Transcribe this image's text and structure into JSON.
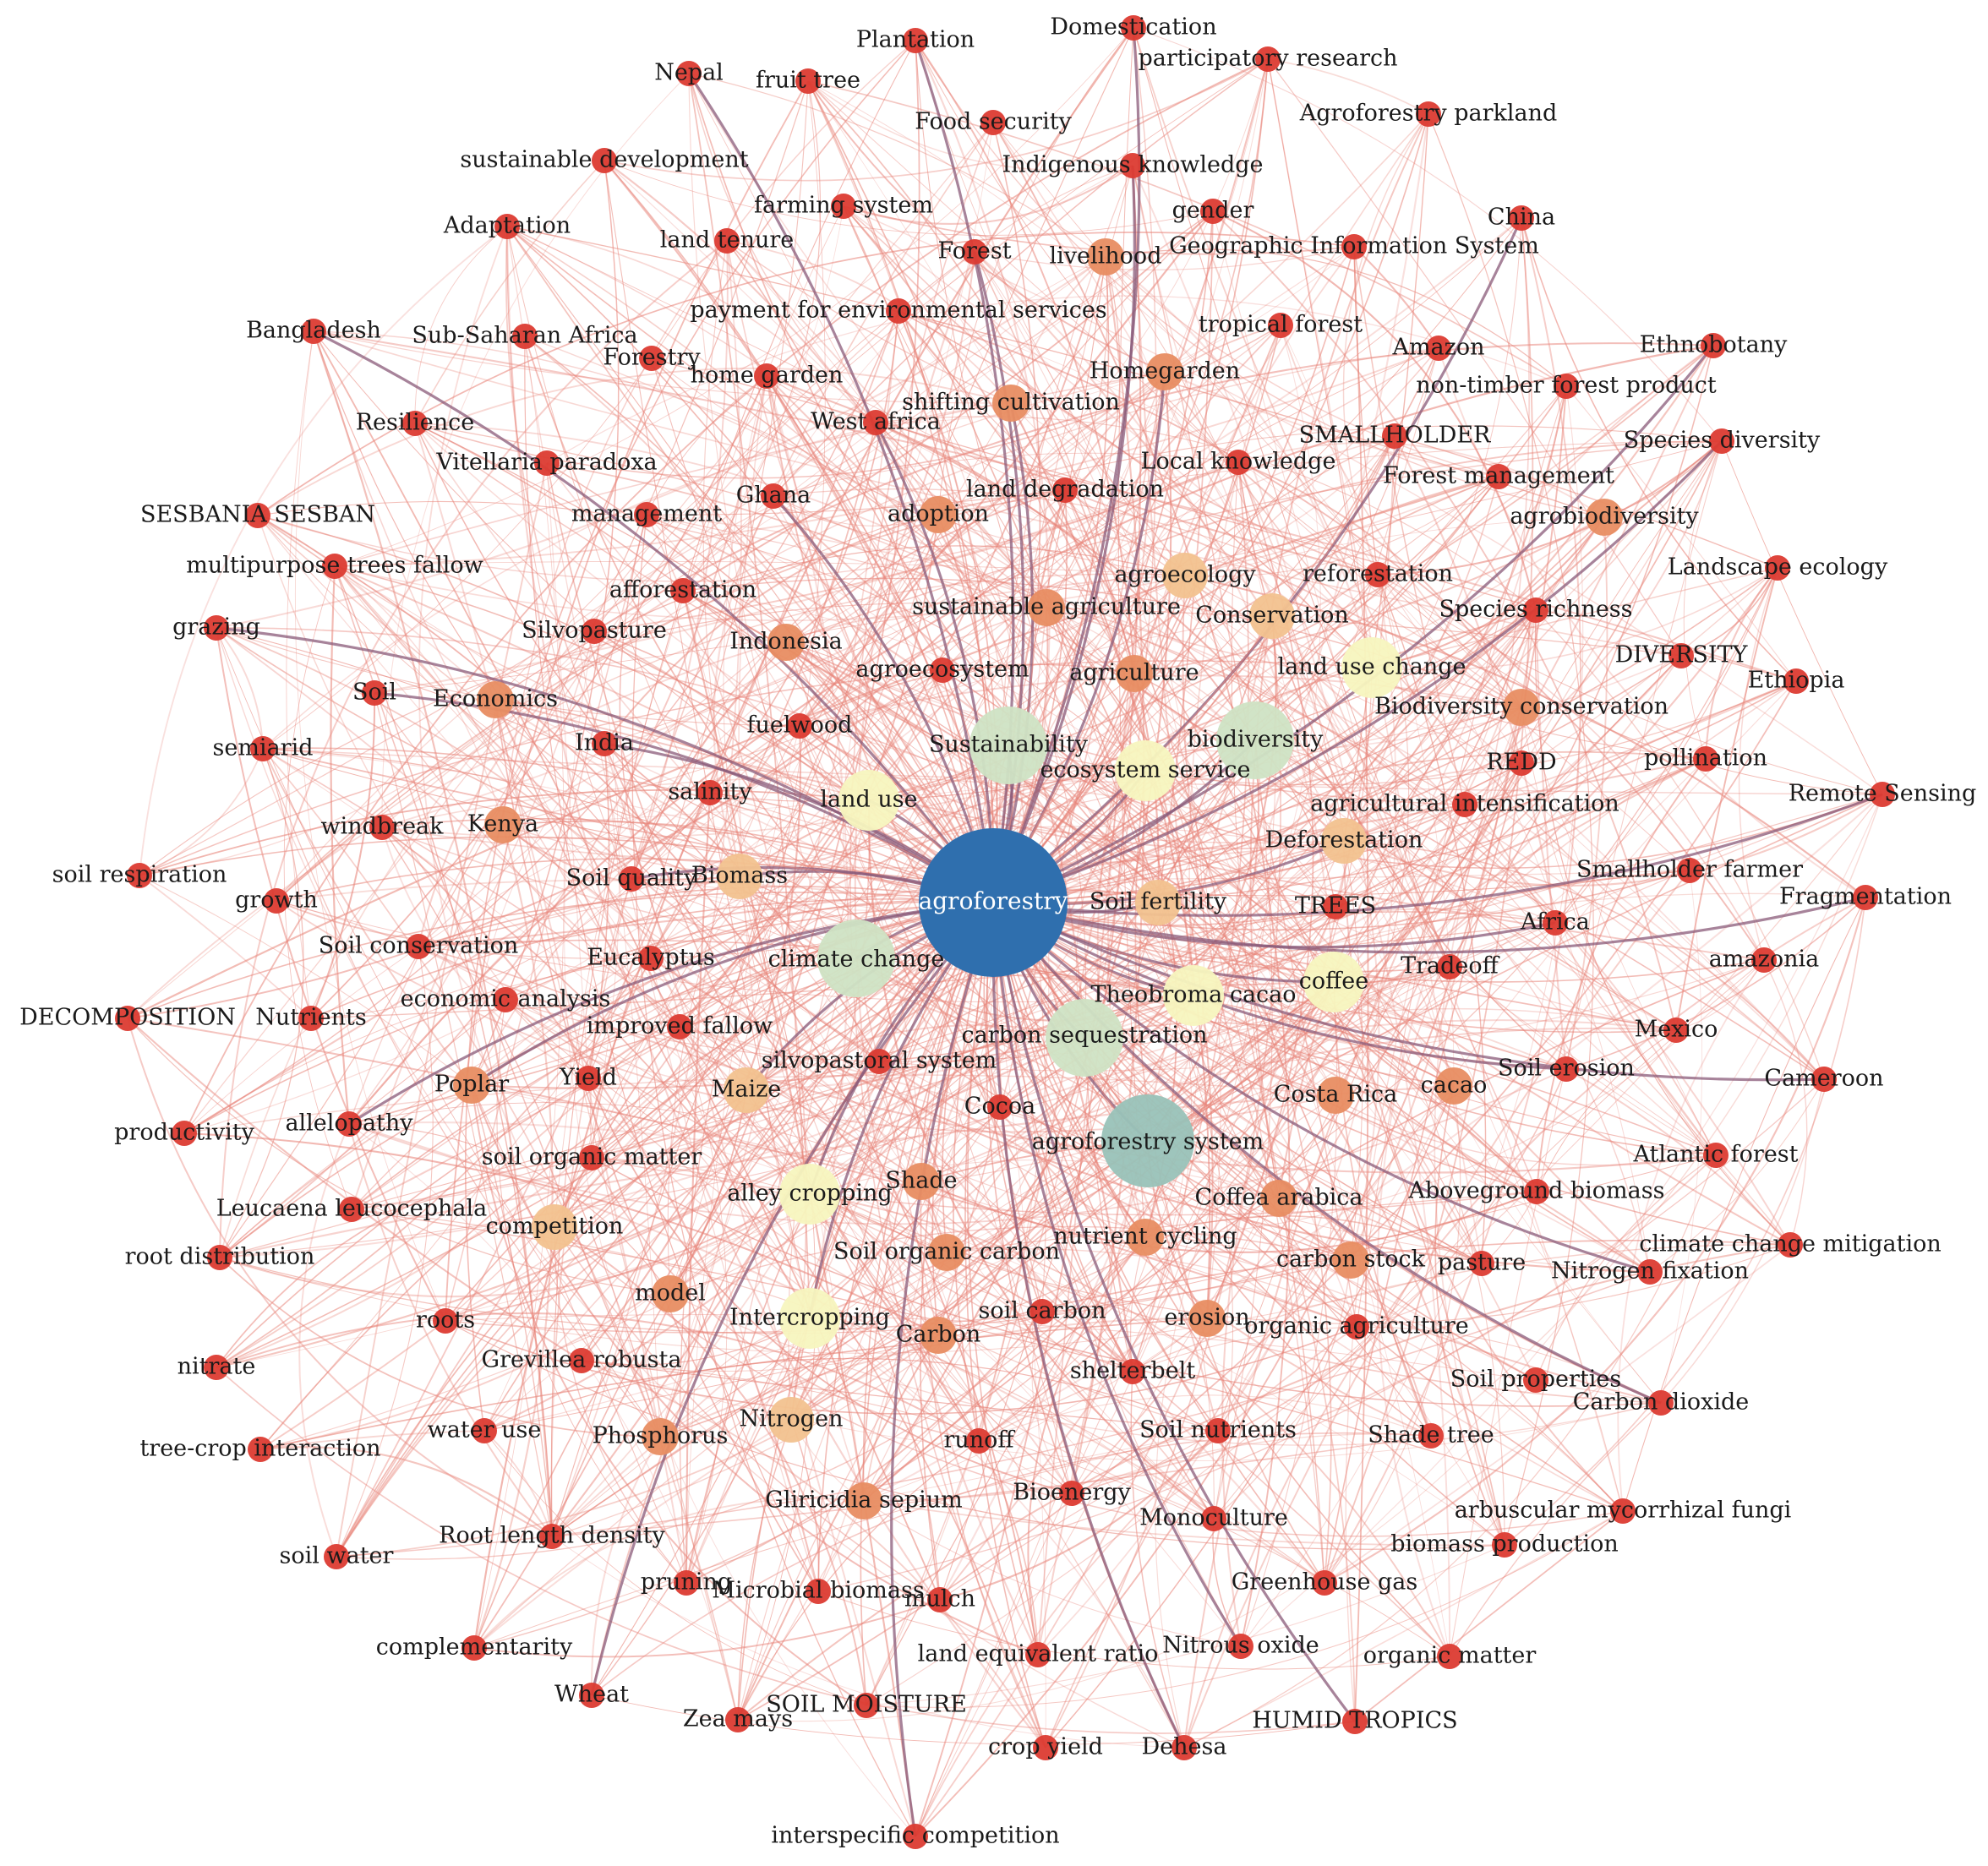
{
  "graph": {
    "center": "agroforestry",
    "colors": {
      "center_node": "#2f6fae",
      "edge_light": "#e8857a",
      "edge_strong": "#8a5a78",
      "node_high": "#cfe3c4",
      "node_mid": "#f7f5bf",
      "node_peach": "#f2c28f",
      "node_orange": "#e88d62",
      "node_red": "#dc3b32",
      "node_system": "#99c2b8"
    },
    "nodes": [
      {
        "label": "agroforestry",
        "tier": "center"
      },
      {
        "label": "agroforestry system",
        "tier": "system"
      },
      {
        "label": "climate change",
        "tier": "high"
      },
      {
        "label": "carbon sequestration",
        "tier": "high"
      },
      {
        "label": "biodiversity",
        "tier": "high"
      },
      {
        "label": "Sustainability",
        "tier": "high"
      },
      {
        "label": "ecosystem service",
        "tier": "mid"
      },
      {
        "label": "land use",
        "tier": "mid"
      },
      {
        "label": "land use change",
        "tier": "mid"
      },
      {
        "label": "alley cropping",
        "tier": "mid"
      },
      {
        "label": "Intercropping",
        "tier": "mid"
      },
      {
        "label": "Theobroma cacao",
        "tier": "mid"
      },
      {
        "label": "coffee",
        "tier": "mid"
      },
      {
        "label": "Soil fertility",
        "tier": "peach"
      },
      {
        "label": "Biomass",
        "tier": "peach"
      },
      {
        "label": "agroecology",
        "tier": "peach"
      },
      {
        "label": "Conservation",
        "tier": "peach"
      },
      {
        "label": "Maize",
        "tier": "peach"
      },
      {
        "label": "competition",
        "tier": "peach"
      },
      {
        "label": "Deforestation",
        "tier": "peach"
      },
      {
        "label": "Nitrogen",
        "tier": "peach"
      },
      {
        "label": "shifting cultivation",
        "tier": "orange"
      },
      {
        "label": "sustainable agriculture",
        "tier": "orange"
      },
      {
        "label": "agriculture",
        "tier": "orange"
      },
      {
        "label": "Homegarden",
        "tier": "orange"
      },
      {
        "label": "livelihood",
        "tier": "orange"
      },
      {
        "label": "Economics",
        "tier": "orange"
      },
      {
        "label": "Kenya",
        "tier": "orange"
      },
      {
        "label": "Indonesia",
        "tier": "orange"
      },
      {
        "label": "agrobiodiversity",
        "tier": "orange"
      },
      {
        "label": "Biodiversity conservation",
        "tier": "orange"
      },
      {
        "label": "Soil organic carbon",
        "tier": "orange"
      },
      {
        "label": "nutrient cycling",
        "tier": "orange"
      },
      {
        "label": "Coffea arabica",
        "tier": "orange"
      },
      {
        "label": "model",
        "tier": "orange"
      },
      {
        "label": "carbon stock",
        "tier": "orange"
      },
      {
        "label": "Carbon",
        "tier": "orange"
      },
      {
        "label": "cacao",
        "tier": "orange"
      },
      {
        "label": "Costa Rica",
        "tier": "orange"
      },
      {
        "label": "Phosphorus",
        "tier": "orange"
      },
      {
        "label": "Gliricidia sepium",
        "tier": "orange"
      },
      {
        "label": "erosion",
        "tier": "orange"
      },
      {
        "label": "adoption",
        "tier": "orange"
      },
      {
        "label": "Poplar",
        "tier": "orange"
      },
      {
        "label": "Shade",
        "tier": "orange"
      },
      {
        "label": "Plantation",
        "tier": "red"
      },
      {
        "label": "Domestication",
        "tier": "red"
      },
      {
        "label": "participatory research",
        "tier": "red"
      },
      {
        "label": "Nepal",
        "tier": "red"
      },
      {
        "label": "fruit tree",
        "tier": "red"
      },
      {
        "label": "Food security",
        "tier": "red"
      },
      {
        "label": "Agroforestry parkland",
        "tier": "red"
      },
      {
        "label": "sustainable development",
        "tier": "red"
      },
      {
        "label": "Indigenous knowledge",
        "tier": "red"
      },
      {
        "label": "farming system",
        "tier": "red"
      },
      {
        "label": "gender",
        "tier": "red"
      },
      {
        "label": "China",
        "tier": "red"
      },
      {
        "label": "Adaptation",
        "tier": "red"
      },
      {
        "label": "land tenure",
        "tier": "red"
      },
      {
        "label": "Forest",
        "tier": "red"
      },
      {
        "label": "Geographic Information System",
        "tier": "red"
      },
      {
        "label": "payment for environmental services",
        "tier": "red"
      },
      {
        "label": "Bangladesh",
        "tier": "red"
      },
      {
        "label": "Sub-Saharan Africa",
        "tier": "red"
      },
      {
        "label": "tropical forest",
        "tier": "red"
      },
      {
        "label": "Amazon",
        "tier": "red"
      },
      {
        "label": "Ethnobotany",
        "tier": "red"
      },
      {
        "label": "Forestry",
        "tier": "red"
      },
      {
        "label": "home garden",
        "tier": "red"
      },
      {
        "label": "non-timber forest product",
        "tier": "red"
      },
      {
        "label": "Resilience",
        "tier": "red"
      },
      {
        "label": "West africa",
        "tier": "red"
      },
      {
        "label": "SMALLHOLDER",
        "tier": "red"
      },
      {
        "label": "Species diversity",
        "tier": "red"
      },
      {
        "label": "Vitellaria paradoxa",
        "tier": "red"
      },
      {
        "label": "Local knowledge",
        "tier": "red"
      },
      {
        "label": "Forest management",
        "tier": "red"
      },
      {
        "label": "SESBANIA SESBAN",
        "tier": "red"
      },
      {
        "label": "Ghana",
        "tier": "red"
      },
      {
        "label": "land degradation",
        "tier": "red"
      },
      {
        "label": "management",
        "tier": "red"
      },
      {
        "label": "multipurpose trees fallow",
        "tier": "red"
      },
      {
        "label": "Landscape ecology",
        "tier": "red"
      },
      {
        "label": "reforestation",
        "tier": "red"
      },
      {
        "label": "afforestation",
        "tier": "red"
      },
      {
        "label": "Species richness",
        "tier": "red"
      },
      {
        "label": "grazing",
        "tier": "red"
      },
      {
        "label": "Silvopasture",
        "tier": "red"
      },
      {
        "label": "DIVERSITY",
        "tier": "red"
      },
      {
        "label": "Ethiopia",
        "tier": "red"
      },
      {
        "label": "agroecosystem",
        "tier": "red"
      },
      {
        "label": "Soil",
        "tier": "red"
      },
      {
        "label": "semiarid",
        "tier": "red"
      },
      {
        "label": "India",
        "tier": "red"
      },
      {
        "label": "fuelwood",
        "tier": "red"
      },
      {
        "label": "pollination",
        "tier": "red"
      },
      {
        "label": "REDD",
        "tier": "red"
      },
      {
        "label": "Remote Sensing",
        "tier": "red"
      },
      {
        "label": "salinity",
        "tier": "red"
      },
      {
        "label": "agricultural intensification",
        "tier": "red"
      },
      {
        "label": "windbreak",
        "tier": "red"
      },
      {
        "label": "soil respiration",
        "tier": "red"
      },
      {
        "label": "Soil quality",
        "tier": "red"
      },
      {
        "label": "Smallholder farmer",
        "tier": "red"
      },
      {
        "label": "growth",
        "tier": "red"
      },
      {
        "label": "Fragmentation",
        "tier": "red"
      },
      {
        "label": "TREES",
        "tier": "red"
      },
      {
        "label": "Africa",
        "tier": "red"
      },
      {
        "label": "Soil conservation",
        "tier": "red"
      },
      {
        "label": "Eucalyptus",
        "tier": "red"
      },
      {
        "label": "amazonia",
        "tier": "red"
      },
      {
        "label": "Tradeoff",
        "tier": "red"
      },
      {
        "label": "DECOMPOSITION",
        "tier": "red"
      },
      {
        "label": "Nutrients",
        "tier": "red"
      },
      {
        "label": "economic analysis",
        "tier": "red"
      },
      {
        "label": "improved fallow",
        "tier": "red"
      },
      {
        "label": "Mexico",
        "tier": "red"
      },
      {
        "label": "silvopastoral system",
        "tier": "red"
      },
      {
        "label": "Soil erosion",
        "tier": "red"
      },
      {
        "label": "Cameroon",
        "tier": "red"
      },
      {
        "label": "Yield",
        "tier": "red"
      },
      {
        "label": "productivity",
        "tier": "red"
      },
      {
        "label": "allelopathy",
        "tier": "red"
      },
      {
        "label": "Cocoa",
        "tier": "red"
      },
      {
        "label": "soil organic matter",
        "tier": "red"
      },
      {
        "label": "Atlantic forest",
        "tier": "red"
      },
      {
        "label": "Leucaena leucocephala",
        "tier": "red"
      },
      {
        "label": "Aboveground biomass",
        "tier": "red"
      },
      {
        "label": "root distribution",
        "tier": "red"
      },
      {
        "label": "pasture",
        "tier": "red"
      },
      {
        "label": "climate change mitigation",
        "tier": "red"
      },
      {
        "label": "Nitrogen fixation",
        "tier": "red"
      },
      {
        "label": "soil carbon",
        "tier": "red"
      },
      {
        "label": "organic agriculture",
        "tier": "red"
      },
      {
        "label": "roots",
        "tier": "red"
      },
      {
        "label": "nitrate",
        "tier": "red"
      },
      {
        "label": "Grevillea robusta",
        "tier": "red"
      },
      {
        "label": "shelterbelt",
        "tier": "red"
      },
      {
        "label": "Soil properties",
        "tier": "red"
      },
      {
        "label": "Carbon dioxide",
        "tier": "red"
      },
      {
        "label": "tree-crop interaction",
        "tier": "red"
      },
      {
        "label": "water use",
        "tier": "red"
      },
      {
        "label": "runoff",
        "tier": "red"
      },
      {
        "label": "Soil nutrients",
        "tier": "red"
      },
      {
        "label": "Shade tree",
        "tier": "red"
      },
      {
        "label": "Bioenergy",
        "tier": "red"
      },
      {
        "label": "arbuscular mycorrhizal fungi",
        "tier": "red"
      },
      {
        "label": "Monoculture",
        "tier": "red"
      },
      {
        "label": "biomass production",
        "tier": "red"
      },
      {
        "label": "soil water",
        "tier": "red"
      },
      {
        "label": "Root length density",
        "tier": "red"
      },
      {
        "label": "pruning",
        "tier": "red"
      },
      {
        "label": "Microbial biomass",
        "tier": "red"
      },
      {
        "label": "mulch",
        "tier": "red"
      },
      {
        "label": "Greenhouse gas",
        "tier": "red"
      },
      {
        "label": "complementarity",
        "tier": "red"
      },
      {
        "label": "land equivalent ratio",
        "tier": "red"
      },
      {
        "label": "Nitrous oxide",
        "tier": "red"
      },
      {
        "label": "organic matter",
        "tier": "red"
      },
      {
        "label": "Wheat",
        "tier": "red"
      },
      {
        "label": "SOIL MOISTURE",
        "tier": "red"
      },
      {
        "label": "Zea mays",
        "tier": "red"
      },
      {
        "label": "HUMID TROPICS",
        "tier": "red"
      },
      {
        "label": "crop yield",
        "tier": "red"
      },
      {
        "label": "Dehesa",
        "tier": "red"
      },
      {
        "label": "interspecific competition",
        "tier": "red"
      }
    ]
  }
}
